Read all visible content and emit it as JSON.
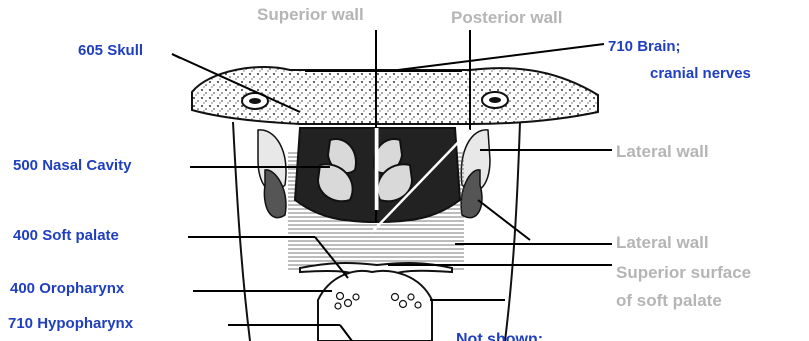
{
  "labels": {
    "skull": "605 Skull",
    "brain_line1": "710 Brain;",
    "brain_line2": "cranial nerves",
    "nasal_cavity": "500 Nasal Cavity",
    "soft_palate": "400 Soft palate",
    "oropharynx": "400 Oropharynx",
    "hypopharynx": "710 Hypopharynx",
    "superior_wall": "Superior wall",
    "posterior_wall": "Posterior wall",
    "lateral_wall_upper": "Lateral wall",
    "lateral_wall_lower": "Lateral wall",
    "superior_surface_line1": "Superior surface",
    "superior_surface_line2": "of soft palate",
    "not_shown": "Not shown:"
  },
  "colors": {
    "blue_label": "#1f3fbf",
    "gray_label": "#b5b5b5",
    "leader_line": "#000000",
    "faint_leader": "#c8c8c8"
  }
}
